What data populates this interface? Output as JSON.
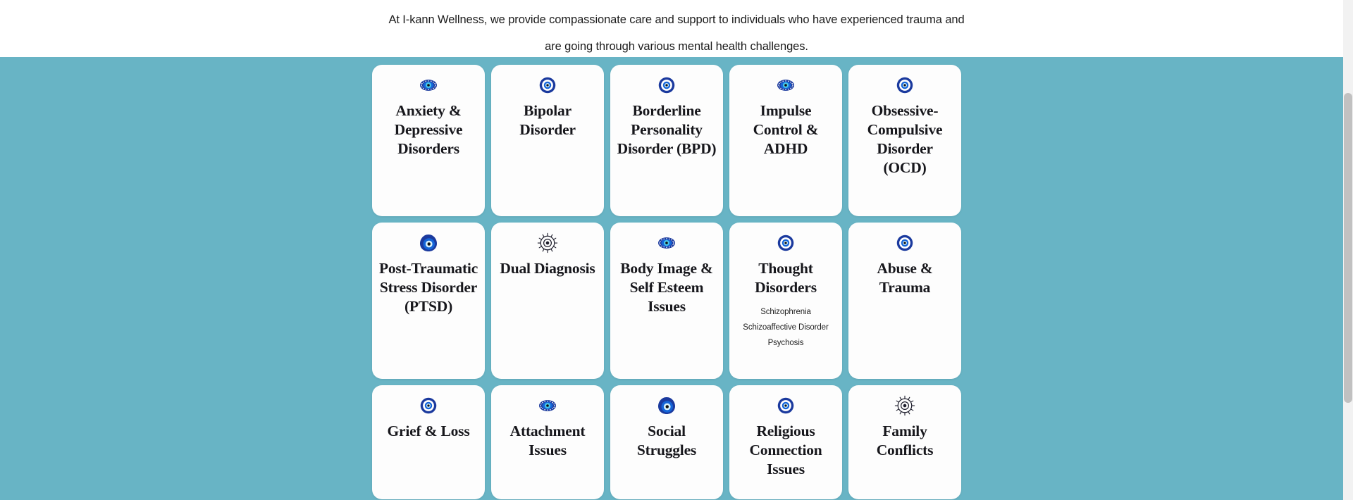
{
  "intro": {
    "text": "At I-kann Wellness, we provide compassionate care and support to individuals who have experienced trauma and are going through various mental health challenges."
  },
  "theme": {
    "panel_background": "#68b4c5",
    "card_background": "#fdfdfd",
    "title_color": "#17171c",
    "icon_ring_dark_blue": "#1b3a9e",
    "icon_ring_blue": "#1565d8",
    "icon_iris_cyan": "#49c6e8",
    "icon_pupil": "#101010",
    "icon_outline_dark": "#1d1d2b"
  },
  "cards": [
    {
      "title": "Anxiety & Depressive Disorders",
      "icon": "evil-eye-lash-icon",
      "icon_style": "lash",
      "row": 1,
      "subitems": []
    },
    {
      "title": "Bipolar Disorder",
      "icon": "evil-eye-ring-icon",
      "icon_style": "ring",
      "row": 1,
      "subitems": []
    },
    {
      "title": "Borderline Personality Disorder (BPD)",
      "icon": "evil-eye-ring-icon",
      "icon_style": "ring",
      "row": 1,
      "subitems": []
    },
    {
      "title": "Impulse Control & ADHD",
      "icon": "evil-eye-lash-icon",
      "icon_style": "lash",
      "row": 1,
      "subitems": []
    },
    {
      "title": "Obsessive-Compulsive Disorder (OCD)",
      "icon": "evil-eye-ring-icon",
      "icon_style": "ring",
      "row": 1,
      "subitems": []
    },
    {
      "title": "Post-Traumatic Stress Disorder (PTSD)",
      "icon": "evil-eye-teardrop-icon",
      "icon_style": "teardrop",
      "row": 2,
      "subitems": []
    },
    {
      "title": "Dual Diagnosis",
      "icon": "eye-sunburst-outline-icon",
      "icon_style": "sunburst",
      "row": 2,
      "subitems": []
    },
    {
      "title": "Body Image & Self Esteem Issues",
      "icon": "evil-eye-lash-icon",
      "icon_style": "lash",
      "row": 2,
      "subitems": []
    },
    {
      "title": "Thought Disorders",
      "icon": "evil-eye-ring-icon",
      "icon_style": "ring",
      "row": 2,
      "subitems": [
        "Schizophrenia",
        "Schizoaffective Disorder",
        "Psychosis"
      ]
    },
    {
      "title": "Abuse & Trauma",
      "icon": "evil-eye-ring-icon",
      "icon_style": "ring",
      "row": 2,
      "subitems": []
    },
    {
      "title": "Grief & Loss",
      "icon": "evil-eye-ring-icon",
      "icon_style": "ring",
      "row": 3,
      "subitems": []
    },
    {
      "title": "Attachment Issues",
      "icon": "evil-eye-lash-icon",
      "icon_style": "lash",
      "row": 3,
      "subitems": []
    },
    {
      "title": "Social Struggles",
      "icon": "evil-eye-teardrop-icon",
      "icon_style": "teardrop",
      "row": 3,
      "subitems": []
    },
    {
      "title": "Religious Connection Issues",
      "icon": "evil-eye-ring-icon",
      "icon_style": "ring",
      "row": 3,
      "subitems": []
    },
    {
      "title": "Family Conflicts",
      "icon": "eye-sunburst-outline-icon",
      "icon_style": "sunburst",
      "row": 3,
      "subitems": []
    }
  ]
}
